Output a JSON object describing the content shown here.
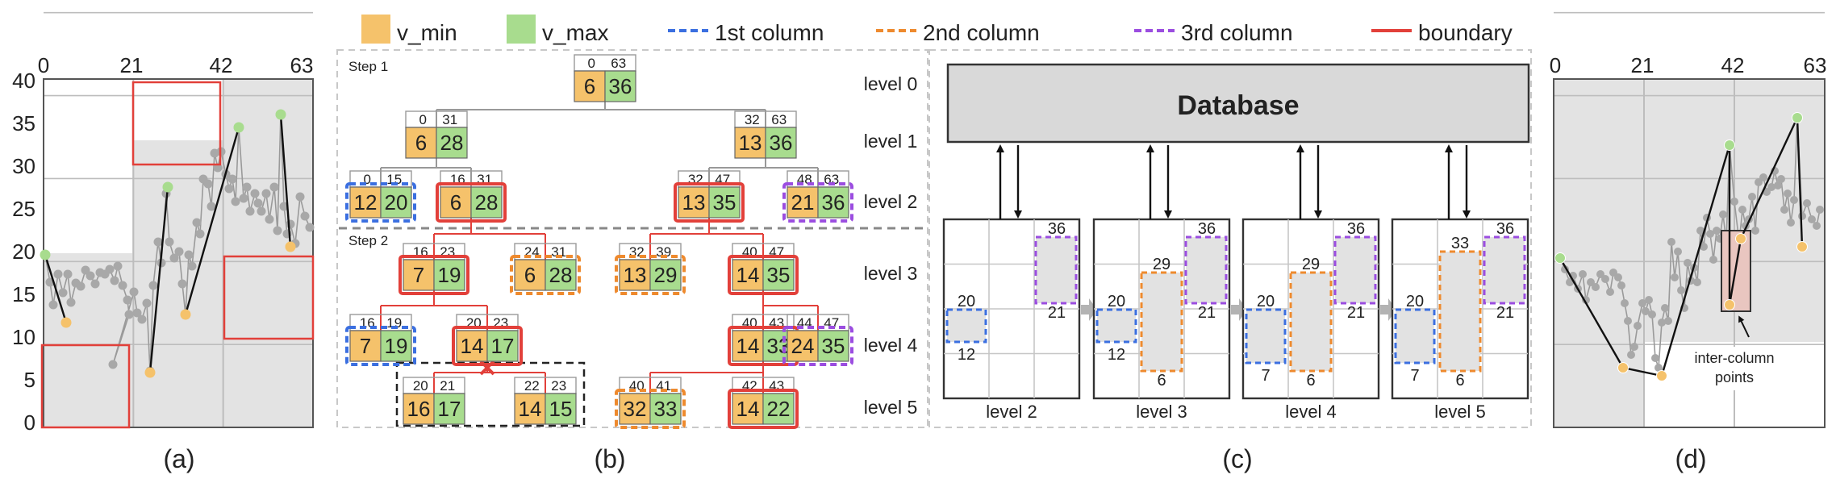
{
  "legend": {
    "items": [
      {
        "label": "v_min"
      },
      {
        "label": "v_max"
      },
      {
        "label": "1st column"
      },
      {
        "label": "2nd column"
      },
      {
        "label": "3rd column"
      },
      {
        "label": "boundary"
      }
    ]
  },
  "colors": {
    "vmin": "#f5c26b",
    "vmax": "#a8dc8e",
    "col1": "#3b6fe0",
    "col2": "#ee8a2e",
    "col3": "#9b4de0",
    "boundary": "#e2403a",
    "grey": "#d9d9d9"
  },
  "panel_a": {
    "caption": "(a)",
    "x_ticks": [
      "0",
      "21",
      "42",
      "63"
    ],
    "y_ticks": [
      "0",
      "5",
      "10",
      "15",
      "20",
      "25",
      "30",
      "35",
      "40"
    ]
  },
  "panel_b": {
    "caption": "(b)",
    "step1": "Step 1",
    "step2": "Step 2",
    "levels": [
      "level 0",
      "level 1",
      "level 2",
      "level 3",
      "level 4",
      "level 5"
    ],
    "nodes": [
      {
        "lo": "0",
        "hi": "63",
        "vmin": "6",
        "vmax": "36"
      },
      {
        "lo": "0",
        "hi": "31",
        "vmin": "6",
        "vmax": "28"
      },
      {
        "lo": "32",
        "hi": "63",
        "vmin": "13",
        "vmax": "36"
      },
      {
        "lo": "0",
        "hi": "15",
        "vmin": "12",
        "vmax": "20"
      },
      {
        "lo": "16",
        "hi": "31",
        "vmin": "6",
        "vmax": "28"
      },
      {
        "lo": "32",
        "hi": "47",
        "vmin": "13",
        "vmax": "35"
      },
      {
        "lo": "48",
        "hi": "63",
        "vmin": "21",
        "vmax": "36"
      },
      {
        "lo": "16",
        "hi": "23",
        "vmin": "7",
        "vmax": "19"
      },
      {
        "lo": "24",
        "hi": "31",
        "vmin": "6",
        "vmax": "28"
      },
      {
        "lo": "32",
        "hi": "39",
        "vmin": "13",
        "vmax": "29"
      },
      {
        "lo": "40",
        "hi": "47",
        "vmin": "14",
        "vmax": "35"
      },
      {
        "lo": "16",
        "hi": "19",
        "vmin": "7",
        "vmax": "19"
      },
      {
        "lo": "20",
        "hi": "23",
        "vmin": "14",
        "vmax": "17"
      },
      {
        "lo": "40",
        "hi": "43",
        "vmin": "14",
        "vmax": "33"
      },
      {
        "lo": "44",
        "hi": "47",
        "vmin": "24",
        "vmax": "35"
      },
      {
        "lo": "20",
        "hi": "21",
        "vmin": "16",
        "vmax": "17"
      },
      {
        "lo": "22",
        "hi": "23",
        "vmin": "14",
        "vmax": "15"
      },
      {
        "lo": "40",
        "hi": "41",
        "vmin": "32",
        "vmax": "33"
      },
      {
        "lo": "42",
        "hi": "43",
        "vmin": "14",
        "vmax": "22"
      }
    ]
  },
  "panel_c": {
    "caption": "(c)",
    "database": "Database",
    "stages": [
      {
        "label": "level 2",
        "numbers": [
          "36",
          "20",
          "21",
          "12"
        ]
      },
      {
        "label": "level 3",
        "numbers": [
          "36",
          "29",
          "20",
          "21",
          "12",
          "6"
        ]
      },
      {
        "label": "level 4",
        "numbers": [
          "36",
          "29",
          "20",
          "21",
          "7",
          "6"
        ]
      },
      {
        "label": "level 5",
        "numbers": [
          "36",
          "33",
          "20",
          "21",
          "7",
          "6"
        ]
      }
    ]
  },
  "panel_d": {
    "caption": "(d)",
    "x_ticks": [
      "0",
      "21",
      "42",
      "63"
    ],
    "annotation_line1": "inter-column",
    "annotation_line2": "points"
  }
}
